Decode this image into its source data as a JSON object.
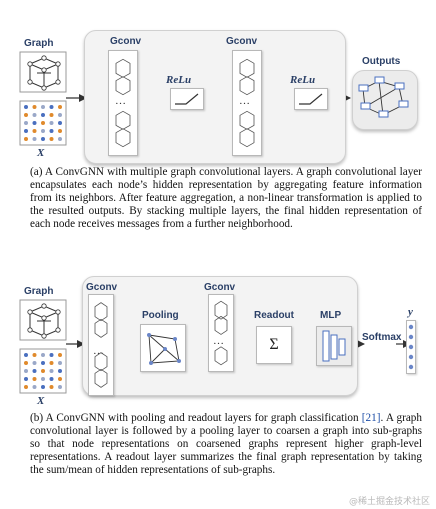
{
  "fig_a": {
    "graph_label": "Graph",
    "x_label": "X",
    "gconv1_label": "Gconv",
    "gconv2_label": "Gconv",
    "relu1_label": "ReLu",
    "relu2_label": "ReLu",
    "outputs_label": "Outputs",
    "ellipsis": "…",
    "caption": "(a) A ConvGNN with multiple graph convolutional layers. A graph convolutional layer encapsulates each node’s hidden representation by aggregating feature information from its neighbors. After feature aggregation, a non-linear transformation is applied to the resulted outputs. By stacking multiple layers, the final hidden representation of each node receives messages from a further neighborhood."
  },
  "fig_b": {
    "graph_label": "Graph",
    "x_label": "X",
    "gconv1_label": "Gconv",
    "pooling_label": "Pooling",
    "gconv2_label": "Gconv",
    "readout_label": "Readout",
    "sigma": "Σ",
    "mlp_label": "MLP",
    "softmax_label": "Softmax",
    "y_label": "y",
    "ellipsis": "…",
    "caption_pre": "(b) A ConvGNN with pooling and readout layers for graph classification ",
    "caption_ref": "[21]",
    "caption_post": ". A graph convolutional layer is followed by a pooling layer to coarsen a graph into sub-graphs so that node representations on coarsened graphs represent higher graph-level representations. A readout layer summarizes the final graph representation by taking the sum/mean of hidden representations of sub-graphs."
  },
  "watermark": "@稀土掘金技术社区",
  "colors": {
    "label_blue": "#2a3f66",
    "node_blue": "#4a6fbf",
    "node_orange": "#e08a2c",
    "node_green": "#4fa65a",
    "arrow": "#333333"
  }
}
